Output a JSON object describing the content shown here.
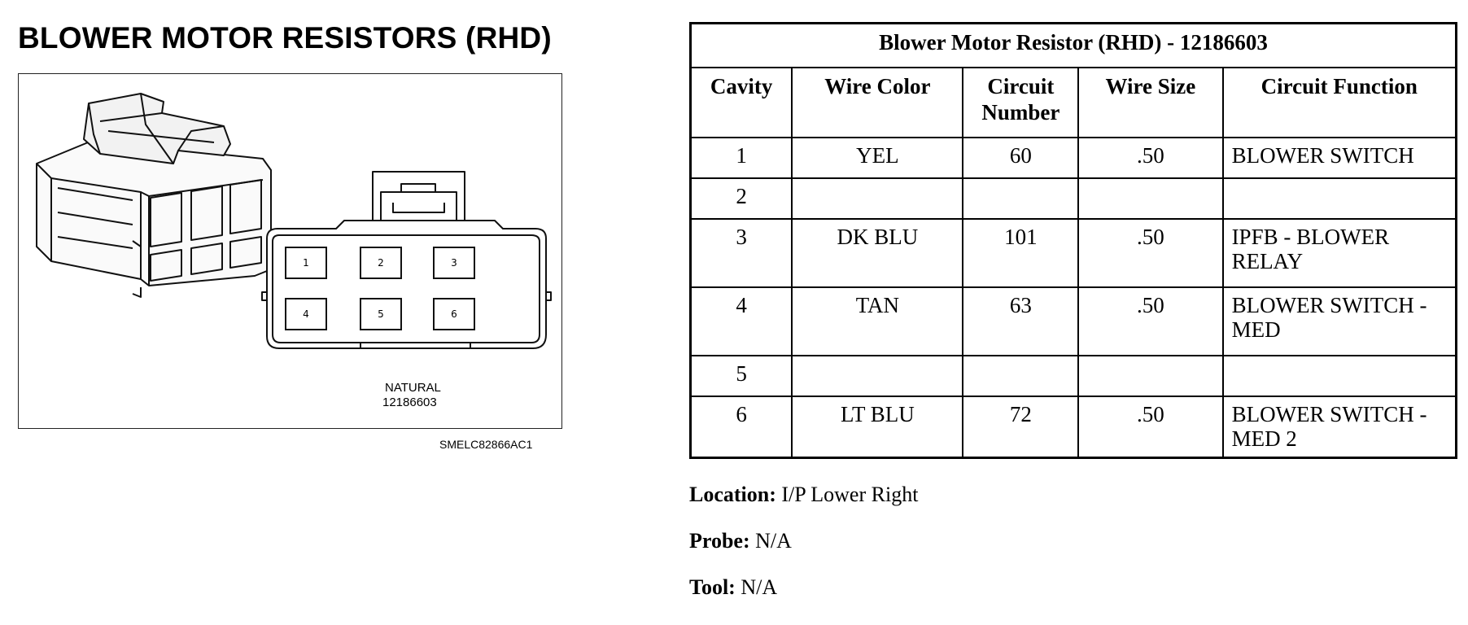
{
  "page_title": "BLOWER MOTOR RESISTORS (RHD)",
  "figure": {
    "pin_labels": [
      "1",
      "2",
      "3",
      "4",
      "5",
      "6"
    ],
    "caption_line1": "NATURAL",
    "caption_line2": "12186603",
    "figure_id": "SMELC82866AC1"
  },
  "table": {
    "title": "Blower Motor Resistor (RHD) - 12186603",
    "headers": [
      "Cavity",
      "Wire Color",
      "Circuit Number",
      "Wire Size",
      "Circuit Function"
    ],
    "rows": [
      [
        "1",
        "YEL",
        "60",
        ".50",
        "BLOWER SWITCH"
      ],
      [
        "2",
        "",
        "",
        "",
        ""
      ],
      [
        "3",
        "DK BLU",
        "101",
        ".50",
        "IPFB - BLOWER RELAY"
      ],
      [
        "4",
        "TAN",
        "63",
        ".50",
        "BLOWER SWITCH - MED"
      ],
      [
        "5",
        "",
        "",
        "",
        ""
      ],
      [
        "6",
        "LT BLU",
        "72",
        ".50",
        "BLOWER SWITCH - MED 2"
      ]
    ]
  },
  "info": {
    "location_label": "Location:",
    "location_value": "I/P Lower Right",
    "probe_label": "Probe:",
    "probe_value": "N/A",
    "tool_label": "Tool:",
    "tool_value": "N/A"
  }
}
